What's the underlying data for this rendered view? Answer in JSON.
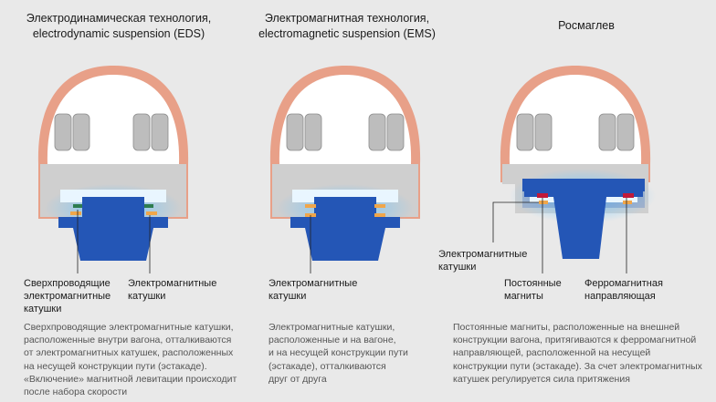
{
  "panels": [
    {
      "title_lines": [
        "Электродинамическая технология,",
        "electrodynamic suspension (EDS)"
      ],
      "labels": [
        {
          "lines": [
            "Сверхпроводящие",
            "электромагнитные",
            "катушки"
          ]
        },
        {
          "lines": [
            "Электромагнитные",
            "катушки"
          ]
        }
      ],
      "description_lines": [
        "Сверхпроводящие электромагнитные катушки,",
        "расположенные внутри вагона, отталкиваются",
        "от электромагнитных катушек, расположенных",
        "на несущей конструкции пути (эстакаде).",
        "«Включение» магнитной левитации происходит",
        "после набора скорости"
      ]
    },
    {
      "title_lines": [
        "Электромагнитная технология,",
        "electromagnetic suspension (EMS)"
      ],
      "labels": [
        {
          "lines": [
            "Электромагнитные",
            "катушки"
          ]
        }
      ],
      "description_lines": [
        "Электромагнитные катушки,",
        "расположенные и на вагоне,",
        "и на несущей конструкции пути",
        "(эстакаде), отталкиваются",
        "друг от друга"
      ]
    },
    {
      "title_lines": [
        "Росмаглев"
      ],
      "labels": [
        {
          "lines": [
            "Электромагнитные",
            "катушки"
          ]
        },
        {
          "lines": [
            "Постоянные",
            "магниты"
          ]
        },
        {
          "lines": [
            "Ферромагнитная",
            "направляющая"
          ]
        }
      ],
      "description_lines": [
        "Постоянные магниты, расположенные на внешней",
        "конструкции вагона, притягиваются к ферромагнитной",
        "направляющей, расположенной на несущей",
        "конструкции пути (эстакаде). За счет электромагнитных",
        "катушек регулируется сила притяжения"
      ]
    }
  ],
  "colors": {
    "background": "#e9e9e9",
    "shell": "#e8a088",
    "cabin": "#ffffff",
    "floor": "#cfcfcf",
    "track": "#2456b6",
    "glow": "#6ec6ff",
    "coil_orange": "#f0a64a",
    "coil_green": "#2e7d4f",
    "magnet_red": "#c0193a"
  }
}
